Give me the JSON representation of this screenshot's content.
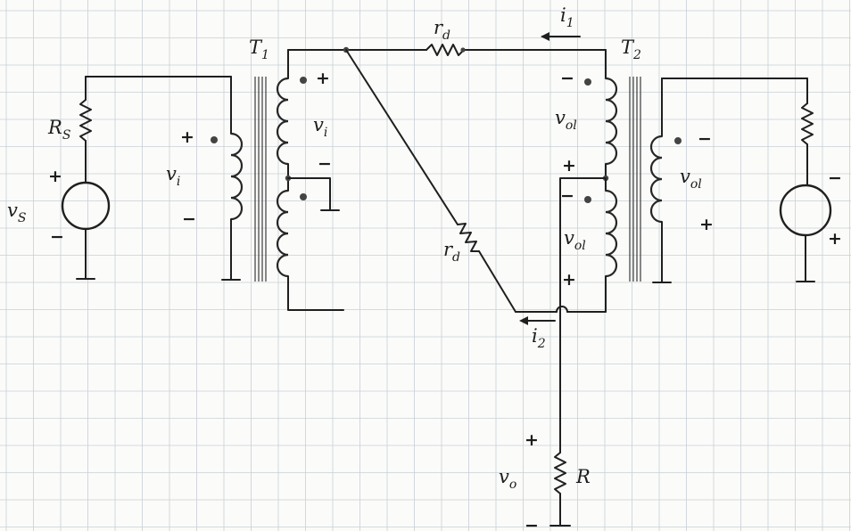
{
  "labels": {
    "T1": "T",
    "T1_sub": "1",
    "T2": "T",
    "T2_sub": "2",
    "rd_top": "r",
    "rd_top_sub": "d",
    "rd_diag": "r",
    "rd_diag_sub": "d",
    "i1": "i",
    "i1_sub": "1",
    "i2": "i",
    "i2_sub": "2",
    "Rs": "R",
    "Rs_sub": "S",
    "vs": "v",
    "vs_sub": "S",
    "vi_left": "v",
    "vi_left_sub": "i",
    "vi_t1": "v",
    "vi_t1_sub": "i",
    "vol_t2_upper": "v",
    "vol_t2_upper_sub": "ol",
    "vol_t2_lower": "v",
    "vol_t2_lower_sub": "ol",
    "vol_right": "v",
    "vol_right_sub": "ol",
    "vo": "v",
    "vo_sub": "o",
    "R": "R"
  },
  "signs": {
    "plus": "+",
    "minus": "−"
  }
}
